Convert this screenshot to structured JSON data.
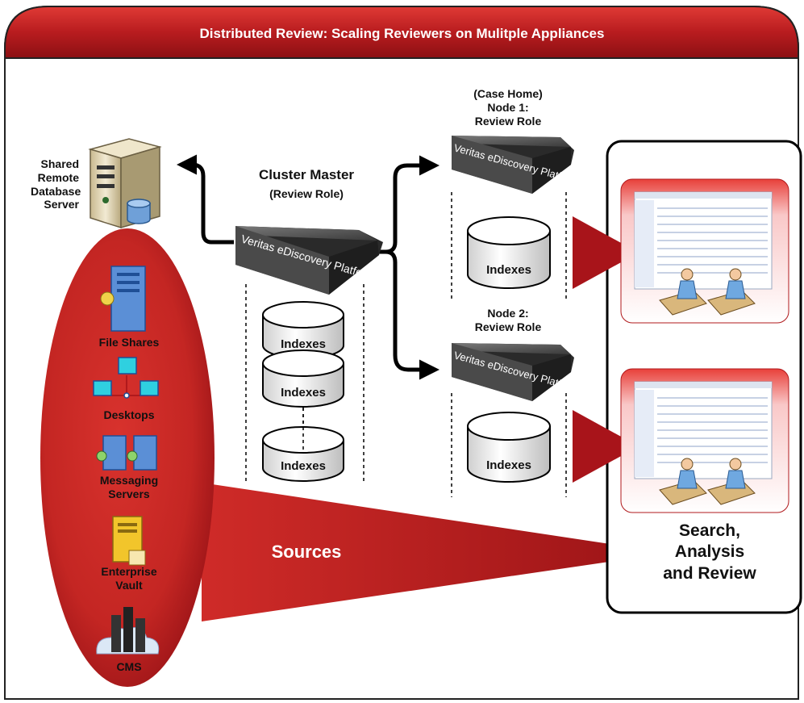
{
  "title": "Distributed Review: Scaling Reviewers on Mulitple Appliances",
  "database_server": {
    "label_lines": [
      "Shared",
      "Remote",
      "Database",
      "Server"
    ]
  },
  "cluster_master": {
    "title": "Cluster Master",
    "role": "(Review Role)",
    "appliance_text": "Veritas eDiscovery Platform",
    "indexes": [
      "Indexes",
      "Indexes",
      "Indexes"
    ]
  },
  "node1": {
    "label_lines": [
      "(Case Home)",
      "Node 1:",
      "Review Role"
    ],
    "appliance_text": "Veritas eDiscovery Platform",
    "index_label": "Indexes"
  },
  "node2": {
    "label_lines": [
      "Node 2:",
      "Review Role"
    ],
    "appliance_text": "Veritas eDiscovery Platform",
    "index_label": "Indexes"
  },
  "sources": {
    "label": "Sources",
    "items": [
      "File Shares",
      "Desktops",
      "Messaging Servers",
      "Enterprise Vault",
      "CMS"
    ]
  },
  "review_panel": {
    "label_lines": [
      "Search,",
      "Analysis",
      "and Review"
    ]
  },
  "colors": {
    "brand_red": "#b0191c",
    "dark_red": "#8e0f12",
    "appliance_dark": "#3c3c3c",
    "arrow_black": "#000000"
  }
}
